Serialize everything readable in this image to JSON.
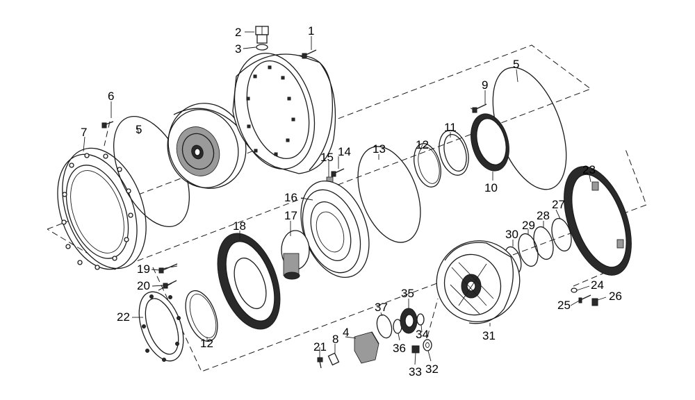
{
  "diagram": {
    "part_numbers": {
      "p1": "1",
      "p2": "2",
      "p3": "3",
      "p4": "4",
      "p5a": "5",
      "p5b": "5",
      "p6": "6",
      "p7": "7",
      "p8": "8",
      "p9": "9",
      "p10": "10",
      "p11": "11",
      "p12a": "12",
      "p12b": "12",
      "p13": "13",
      "p14": "14",
      "p15": "15",
      "p16": "16",
      "p17": "17",
      "p18": "18",
      "p19": "19",
      "p20": "20",
      "p21": "21",
      "p22": "22",
      "p23": "23",
      "p24": "24",
      "p25": "25",
      "p26": "26",
      "p27": "27",
      "p28": "28",
      "p29": "29",
      "p30": "30",
      "p31": "31",
      "p32": "32",
      "p33": "33",
      "p34": "34",
      "p35": "35",
      "p36": "36",
      "p37": "37"
    },
    "line_color": "#1a1a1a",
    "background_color": "#ffffff"
  }
}
